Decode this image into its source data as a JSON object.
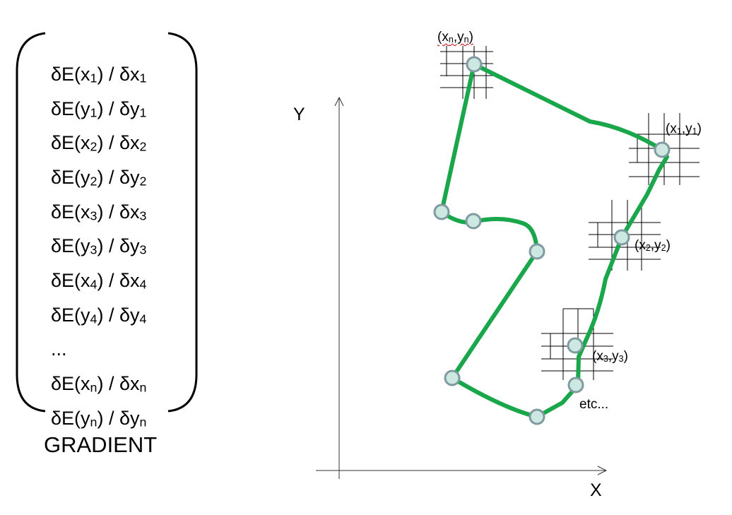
{
  "gradient_vector": {
    "rows": [
      [
        "δE(x",
        "1",
        ") / δx",
        "1"
      ],
      [
        "δE(y",
        "1",
        ") / δy",
        "1"
      ],
      [
        "δE(x",
        "2",
        ") / δx",
        "2"
      ],
      [
        "δE(y",
        "2",
        ") / δy",
        "2"
      ],
      [
        "δE(x",
        "3",
        ") / δx",
        "3"
      ],
      [
        "δE(y",
        "3",
        ") / δy",
        "3"
      ],
      [
        "δE(x",
        "4",
        ") / δx",
        "4"
      ],
      [
        "δE(y",
        "4",
        ") / δy",
        "4"
      ],
      [
        "...",
        "",
        "",
        ""
      ],
      [
        "δE(x",
        "n",
        ") / δx",
        "n"
      ],
      [
        "δE(y",
        "n",
        ") / δy",
        "n"
      ]
    ],
    "caption": "GRADIENT"
  },
  "diagram": {
    "x_axis_label": "X",
    "y_axis_label": "Y",
    "contour_color": "#1aa64b",
    "point_fill": "#cce8e0",
    "point_stroke": "#7f9aa0",
    "point_labels": {
      "pn": [
        "(x",
        "n",
        ",y",
        "n",
        ")"
      ],
      "p1": [
        "(x",
        "1",
        ",y",
        "1",
        ")"
      ],
      "p2": [
        "(x",
        "2",
        ",y",
        "2",
        ")"
      ],
      "p3": [
        "(x",
        "3",
        ",y",
        "3",
        ")"
      ]
    },
    "etc_label": "etc..."
  }
}
